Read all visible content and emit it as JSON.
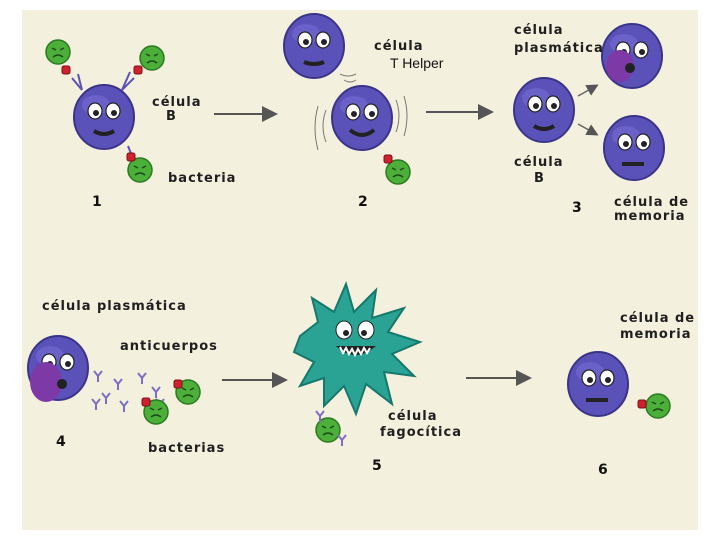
{
  "labels": {
    "celula_b": [
      "célula",
      "B"
    ],
    "bacteria": "bacteria",
    "celula_t": "célula",
    "t_helper": "T Helper",
    "plasmatica_top": [
      "célula",
      "plasmática"
    ],
    "celula_b_3": [
      "célula",
      "B"
    ],
    "memoria_top": [
      "célula de",
      "memoria"
    ],
    "plasmatica_bottom": "célula plasmática",
    "anticuerpos": "anticuerpos",
    "bacterias": "bacterias",
    "fagocitica": [
      "célula",
      "fagocítica"
    ],
    "memoria_bottom": [
      "célula de",
      "memoria"
    ]
  },
  "steps": [
    "1",
    "2",
    "3",
    "4",
    "5",
    "6"
  ],
  "colors": {
    "background": "#f4f0de",
    "lymphocyte": "#5a52b8",
    "plasma_nucleus": "#7d3aa6",
    "bacteria": "#4caf3a",
    "phagocyte": "#2aa394",
    "antibody": "#7b6fc4",
    "arrow": "#555555"
  },
  "icons": [
    "b-cell-icon",
    "t-helper-cell-icon",
    "plasma-cell-icon",
    "memory-cell-icon",
    "bacteria-icon",
    "phagocyte-icon",
    "antibody-icon",
    "arrow-icon"
  ]
}
